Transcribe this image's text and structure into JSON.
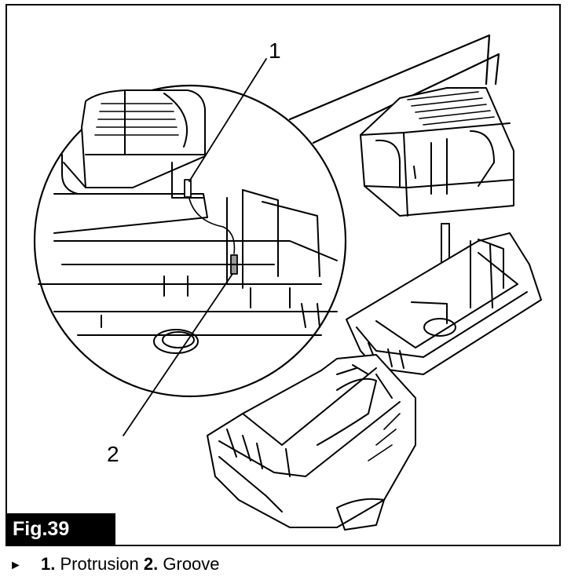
{
  "figure": {
    "label": "Fig.39",
    "callouts": [
      "1",
      "2"
    ]
  },
  "legend": {
    "bullet": "►",
    "items": [
      {
        "number": "1.",
        "text": "Protrusion"
      },
      {
        "number": "2.",
        "text": "Groove"
      }
    ]
  }
}
